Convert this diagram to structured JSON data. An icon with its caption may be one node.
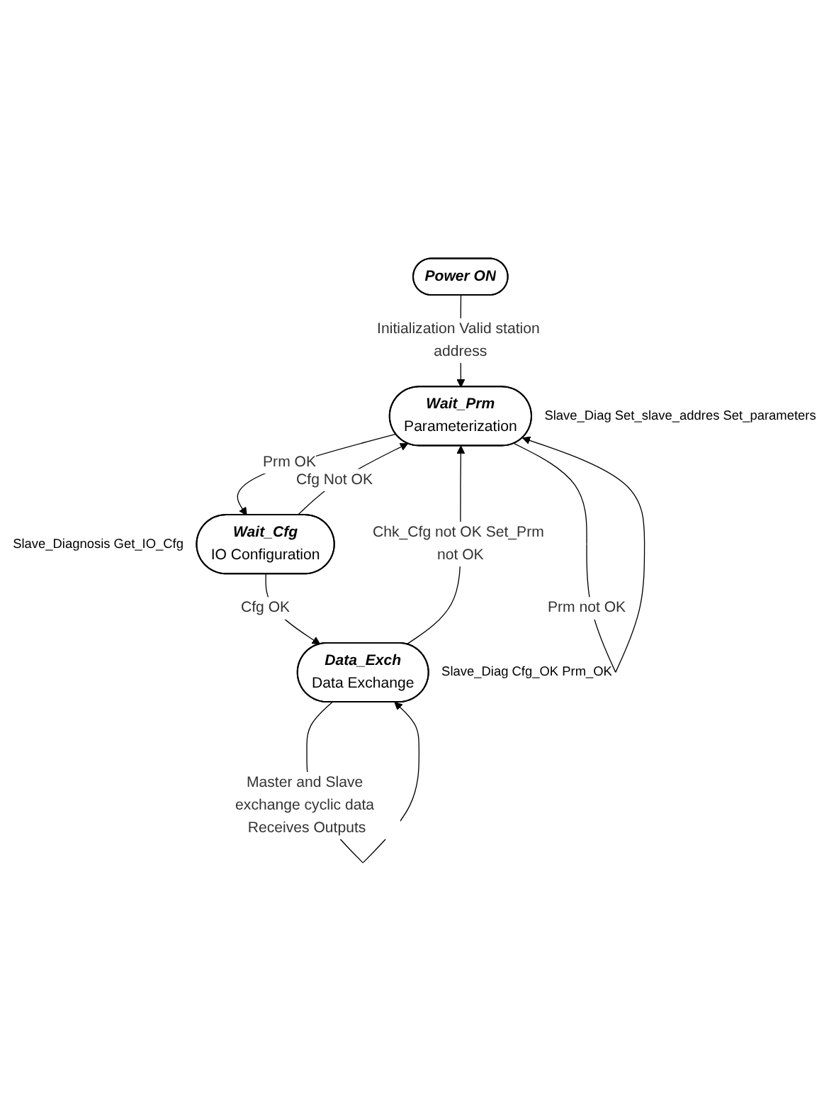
{
  "diagram": {
    "nodes": [
      {
        "text": [
          "Power ON"
        ]
      },
      {
        "text": [
          "Wait_Prm",
          "Parameterization"
        ],
        "beside": [
          "Slave_Diag Set_slave_addres Set_parameters"
        ]
      },
      {
        "text": [
          "Wait_Cfg",
          "IO Configuration"
        ],
        "beside": [
          "Slave_Diagnosis Get_IO_Cfg"
        ]
      },
      {
        "text": [
          "Data_Exch",
          "Data Exchange"
        ],
        "beside": [
          "Slave_Diag Cfg_OK Prm_OK"
        ]
      }
    ],
    "edges": [
      {
        "from": 0,
        "to": 1,
        "arrow": "to",
        "label": "Initialization Valid station address"
      },
      {
        "from": 1,
        "to": 1,
        "arrow": "to",
        "label": "Prm not OK"
      },
      {
        "from": 1,
        "to": 2,
        "arrow": "to",
        "label": "Prm OK"
      },
      {
        "from": 2,
        "to": 1,
        "arrow": "to",
        "label": "Cfg Not OK"
      },
      {
        "from": 2,
        "to": 3,
        "arrow": "to",
        "label": "Cfg OK"
      },
      {
        "from": 3,
        "to": 1,
        "arrow": "to",
        "label": "Chk_Cfg not OK Set_Prm not OK"
      },
      {
        "from": 3,
        "to": 3,
        "arrow": "to",
        "label": "Master and Slave exchange cyclic data Receives Outputs"
      }
    ]
  }
}
